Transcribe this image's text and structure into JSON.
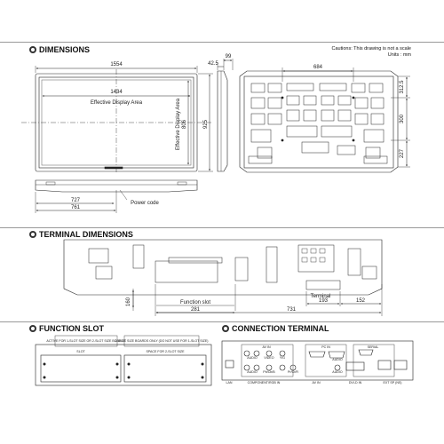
{
  "sections": {
    "dimensions": "DIMENSIONS",
    "terminal_dimensions": "TERMINAL DIMENSIONS",
    "function_slot": "FUNCTION SLOT",
    "connection_terminal": "CONNECTION TERMINAL"
  },
  "notes": {
    "caution": "Cautions: This drawing is not a scale",
    "units": "Units : mm"
  },
  "front": {
    "width_overall": "1554",
    "width_display": "1434",
    "display_label": "Effective Display Area",
    "height_display": "806",
    "height_overall": "925",
    "vertical_display_label": "Effective Display Area",
    "bottom_727": "727",
    "bottom_761": "761",
    "power_code": "Power code"
  },
  "side": {
    "depth_99": "99",
    "depth_42": "42.5"
  },
  "rear": {
    "width_684": "684",
    "h_312": "312.5",
    "h_300": "300",
    "h_227": "227"
  },
  "terminal": {
    "dim_160": "160",
    "function_slot_label": "Function slot",
    "terminal_label": "Terminal",
    "dim_193": "193",
    "dim_152": "152",
    "dim_281": "281",
    "dim_731": "731"
  },
  "function_slot": {
    "left_header": "ACTIVE FOR 1-SLOT SIZE OR 2-SLOT SIZE BOARDS",
    "right_header": "2-SLOT SIZE BOARDS ONLY (DO NOT USE FOR 1-SLOT SIZE)",
    "left_slot": "SLOT",
    "right_slot": "SPACE FOR 2-SLOT SIZE"
  },
  "connection": {
    "av_in_top": "AV IN",
    "pc_in": "PC IN",
    "serial": "SERIAL",
    "audio1": "AUDIO",
    "video": "VIDEO",
    "y_g": "Y/G",
    "pb_cb_b": "Pb/Cb/B",
    "pr_cr_r": "Pr/Cr/R",
    "audio2": "AUDIO",
    "audio3": "AUDIO",
    "audio4": "AUDIO",
    "lan": "LAN",
    "component_rgb_in": "COMPONENT/RGB IN",
    "av_in_bottom": "AV IN",
    "dvi_d_in": "DVI-D IN",
    "ext_sp": "EXT SP (NS)"
  }
}
